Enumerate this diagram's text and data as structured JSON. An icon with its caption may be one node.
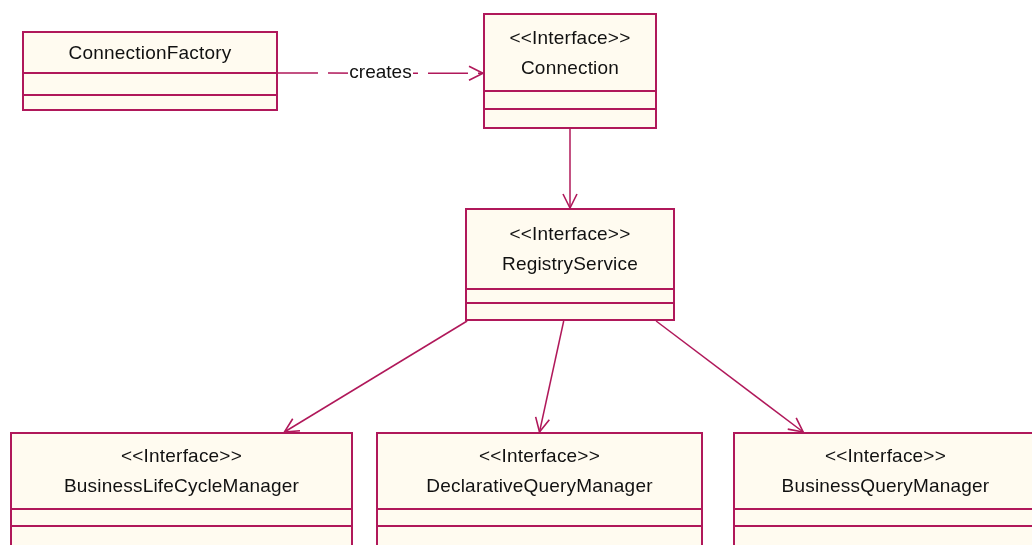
{
  "diagram": {
    "nodes": [
      {
        "text": [
          "ConnectionFactory"
        ]
      },
      {
        "text": [
          "<<Interface>>",
          "Connection"
        ]
      },
      {
        "text": [
          "<<Interface>>",
          "RegistryService"
        ]
      },
      {
        "text": [
          "<<Interface>>",
          "BusinessLifeCycleManager"
        ]
      },
      {
        "text": [
          "<<Interface>>",
          "DeclarativeQueryManager"
        ]
      },
      {
        "text": [
          "<<Interface>>",
          "BusinessQueryManager"
        ]
      }
    ],
    "edges": [
      {
        "from": 0,
        "to": 1,
        "arrow": "to",
        "label": "creates",
        "style": "dashed"
      },
      {
        "from": 1,
        "to": 2,
        "arrow": "to"
      },
      {
        "from": 2,
        "to": 3,
        "arrow": "to"
      },
      {
        "from": 2,
        "to": 4,
        "arrow": "to"
      },
      {
        "from": 2,
        "to": 5,
        "arrow": "to"
      }
    ]
  }
}
